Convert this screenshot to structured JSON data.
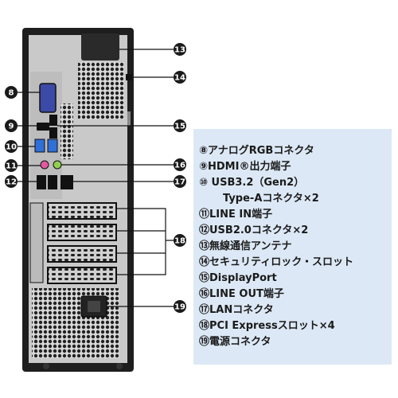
{
  "markers": [
    "8",
    "9",
    "10",
    "11",
    "12",
    "13",
    "14",
    "15",
    "16",
    "17",
    "18",
    "19"
  ],
  "legend": [
    {
      "text": "⑧アナログRGBコネクタ",
      "indent": false
    },
    {
      "text": "⑨HDMI®出力端子",
      "indent": false
    },
    {
      "text": "⑩ USB3.2（Gen2）",
      "indent": false
    },
    {
      "text": "Type-Aコネクタ×2",
      "indent": true
    },
    {
      "text": "⑪LINE IN端子",
      "indent": false
    },
    {
      "text": "⑫USB2.0コネクタ×2",
      "indent": false
    },
    {
      "text": "⑬無線通信アンテナ",
      "indent": false
    },
    {
      "text": "⑭セキュリティロック・スロット",
      "indent": false
    },
    {
      "text": "⑮DisplayPort",
      "indent": false
    },
    {
      "text": "⑯LINE OUT端子",
      "indent": false
    },
    {
      "text": "⑰LANコネクタ",
      "indent": false
    },
    {
      "text": "⑱PCI Expressスロット×4",
      "indent": false
    },
    {
      "text": "⑲電源コネクタ",
      "indent": false
    }
  ],
  "colors": {
    "case": "#1e1e1e",
    "panel": "#c9c9c9",
    "marker": "#1a1a1a",
    "usb3": "#2f6fd8",
    "line_in": "#e25aa0",
    "line_out": "#8fd14f",
    "legend_bg": "#dce8f5"
  }
}
